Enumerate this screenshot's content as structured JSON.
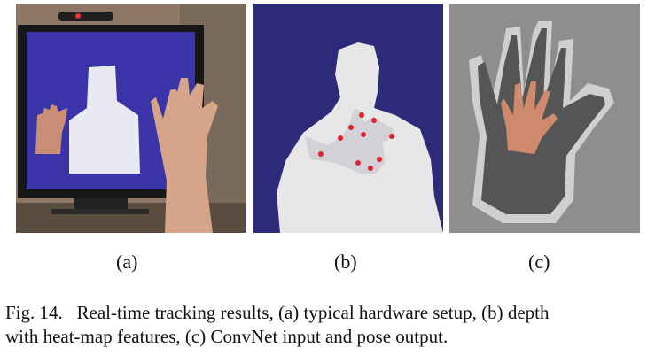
{
  "subfigures": [
    {
      "label": "(a)"
    },
    {
      "label": "(b)"
    },
    {
      "label": "(c)"
    }
  ],
  "caption": {
    "line1": "Fig. 14.   Real-time tracking results, (a) typical hardware setup, (b) depth",
    "line2": "with heat-map features, (c) ConvNet input and pose output."
  },
  "colors": {
    "depth_background": "#2d2a7a",
    "heatmap_dot": "#e0202a",
    "convnet_background": "#8e8e8e"
  }
}
